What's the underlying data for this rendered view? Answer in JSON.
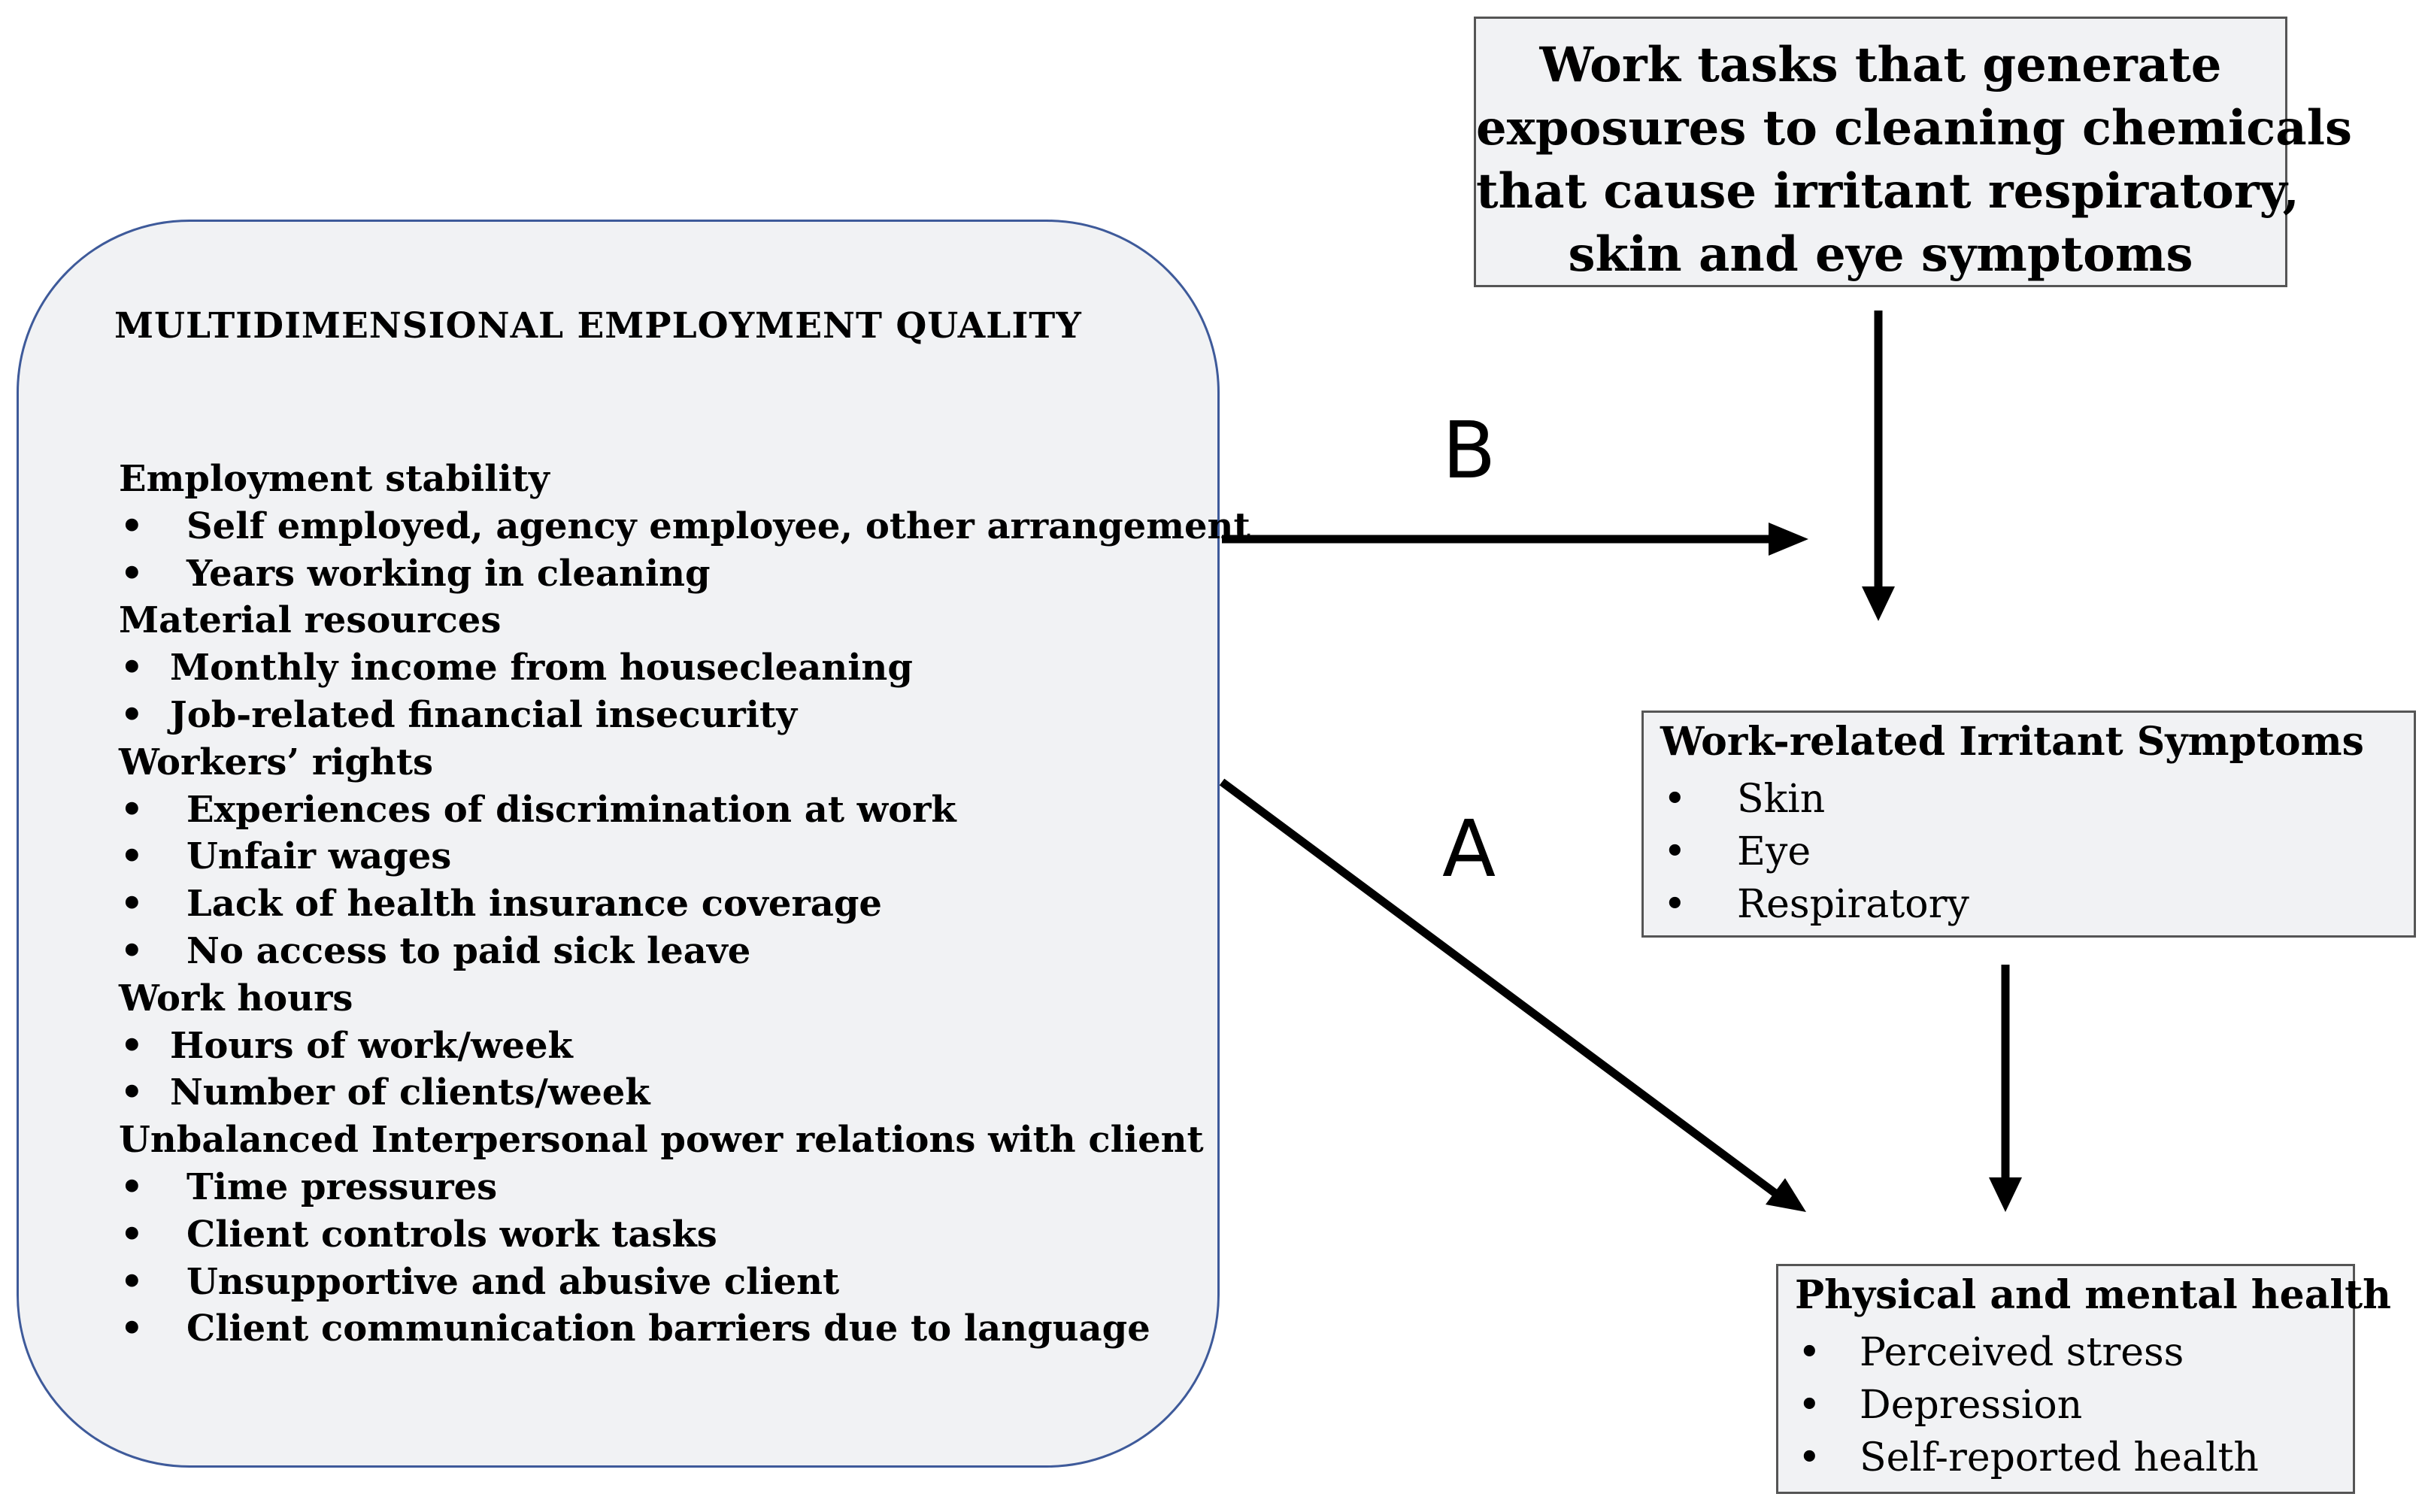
{
  "meq": {
    "title": "MULTIDIMENSIONAL EMPLOYMENT QUALITY",
    "bullet": "•",
    "lines": [
      {
        "type": "heading",
        "text": "Employment stability"
      },
      {
        "type": "item",
        "indent": "wide",
        "text": "Self employed, agency employee, other arrangement"
      },
      {
        "type": "item",
        "indent": "wide",
        "text": "Years working in cleaning"
      },
      {
        "type": "heading",
        "text": "Material resources"
      },
      {
        "type": "item",
        "indent": "narrow",
        "text": "Monthly income from housecleaning"
      },
      {
        "type": "item",
        "indent": "narrow",
        "text": "Job-related financial insecurity"
      },
      {
        "type": "heading",
        "text": "Workers’ rights"
      },
      {
        "type": "item",
        "indent": "wide",
        "text": "Experiences of discrimination at work"
      },
      {
        "type": "item",
        "indent": "wide",
        "text": "Unfair wages"
      },
      {
        "type": "item",
        "indent": "wide",
        "text": "Lack of health insurance coverage"
      },
      {
        "type": "item",
        "indent": "wide",
        "text": "No access to paid sick leave"
      },
      {
        "type": "heading",
        "text": "Work hours"
      },
      {
        "type": "item",
        "indent": "narrow",
        "text": "Hours of work/week"
      },
      {
        "type": "item",
        "indent": "narrow",
        "text": "Number of clients/week"
      },
      {
        "type": "heading",
        "text": "Unbalanced Interpersonal power relations with client"
      },
      {
        "type": "item",
        "indent": "wide",
        "text": "Time pressures"
      },
      {
        "type": "item",
        "indent": "wide",
        "text": "Client controls work tasks"
      },
      {
        "type": "item",
        "indent": "wide",
        "text": "Unsupportive and abusive client"
      },
      {
        "type": "item",
        "indent": "wide",
        "text": "Client communication barriers due to language"
      }
    ]
  },
  "exposure": {
    "lines": [
      "Work tasks that generate",
      "exposures to cleaning chemicals",
      "that cause irritant respiratory,",
      "skin and eye symptoms"
    ]
  },
  "symptoms": {
    "title": "Work-related Irritant Symptoms",
    "items": [
      "Skin",
      "Eye",
      "Respiratory"
    ]
  },
  "health": {
    "title": "Physical and mental health",
    "items": [
      "Perceived stress",
      "Depression",
      "Self-reported health"
    ]
  },
  "arrows": {
    "b_label": "B",
    "a_label": "A"
  }
}
